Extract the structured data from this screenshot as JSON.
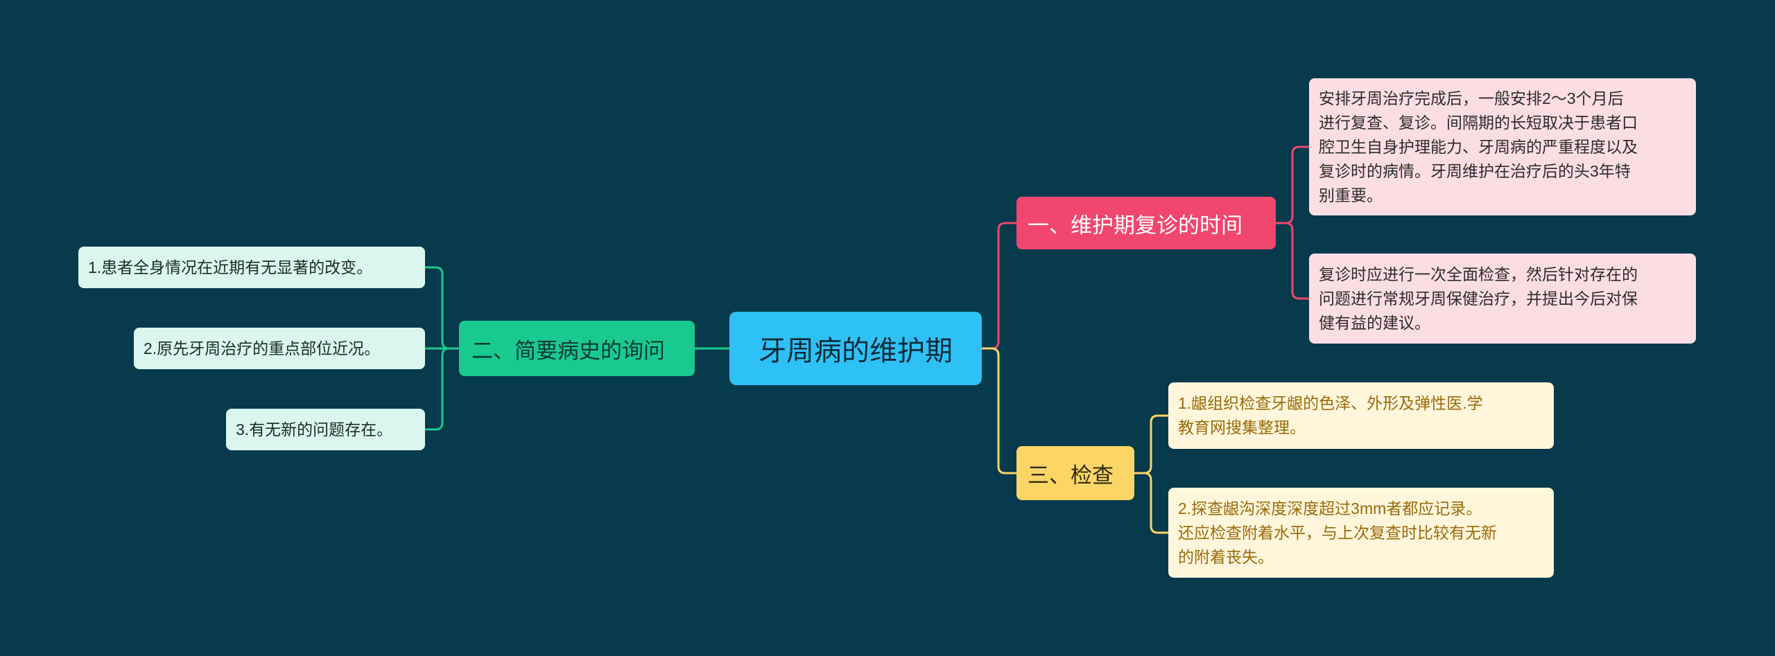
{
  "mindmap": {
    "root": "牙周病的维护期",
    "branch1": {
      "title": "一、维护期复诊的时间",
      "leaves": [
        "安排牙周治疗完成后，一般安排2～3个月后\n进行复查、复诊。间隔期的长短取决于患者口\n腔卫生自身护理能力、牙周病的严重程度以及\n复诊时的病情。牙周维护在治疗后的头3年特\n别重要。",
        "复诊时应进行一次全面检查，然后针对存在的\n问题进行常规牙周保健治疗，并提出今后对保\n健有益的建议。"
      ]
    },
    "branch2": {
      "title": "二、简要病史的询问",
      "leaves": [
        "1.患者全身情况在近期有无显著的改变。",
        "2.原先牙周治疗的重点部位近况。",
        "3.有无新的问题存在。"
      ]
    },
    "branch3": {
      "title": "三、检查",
      "leaves": [
        "1.龈组织检查牙龈的色泽、外形及弹性医.学\n教育网搜集整理。",
        "2.探查龈沟深度深度超过3mm者都应记录。\n还应检查附着水平，与上次复查时比较有无新\n的附着丧失。"
      ]
    }
  },
  "colors": {
    "background": "#073a4c",
    "root": "#2ec1f6",
    "branch1": "#f1466d",
    "branch2": "#19c98f",
    "branch3": "#fbd566",
    "leaf1": "#fcdde4",
    "leaf2": "#d9f7ef",
    "leaf3": "#fff6dc"
  }
}
